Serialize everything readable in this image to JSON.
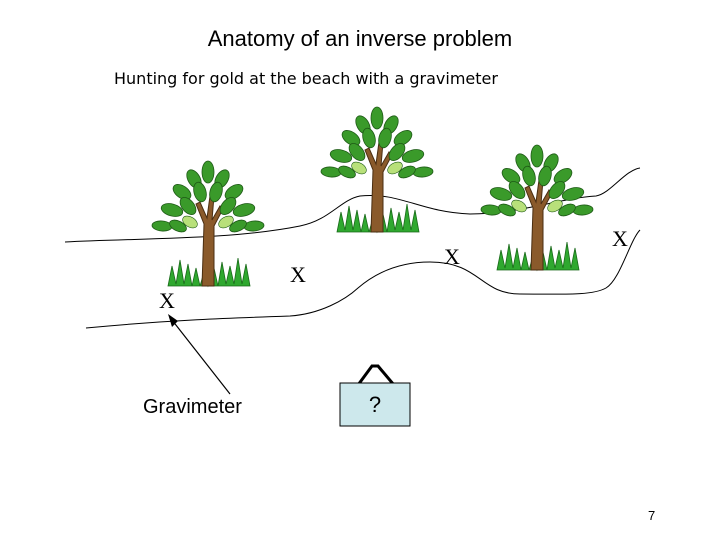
{
  "title": "Anatomy of an inverse problem",
  "subtitle": "Hunting for gold at the beach with a gravimeter",
  "measurement_marks": [
    "X",
    "X",
    "X",
    "X"
  ],
  "instrument_label": "Gravimeter",
  "unknown_label": "?",
  "page_number": "7",
  "colors": {
    "box_fill": "#cde8ec",
    "leaf_fill": "#3a9a2a",
    "trunk_fill": "#8a5a2b",
    "grass_fill": "#2fa82f"
  },
  "icons": [
    "tree-icon",
    "tree-icon",
    "tree-icon",
    "arrow-icon",
    "box-icon"
  ]
}
